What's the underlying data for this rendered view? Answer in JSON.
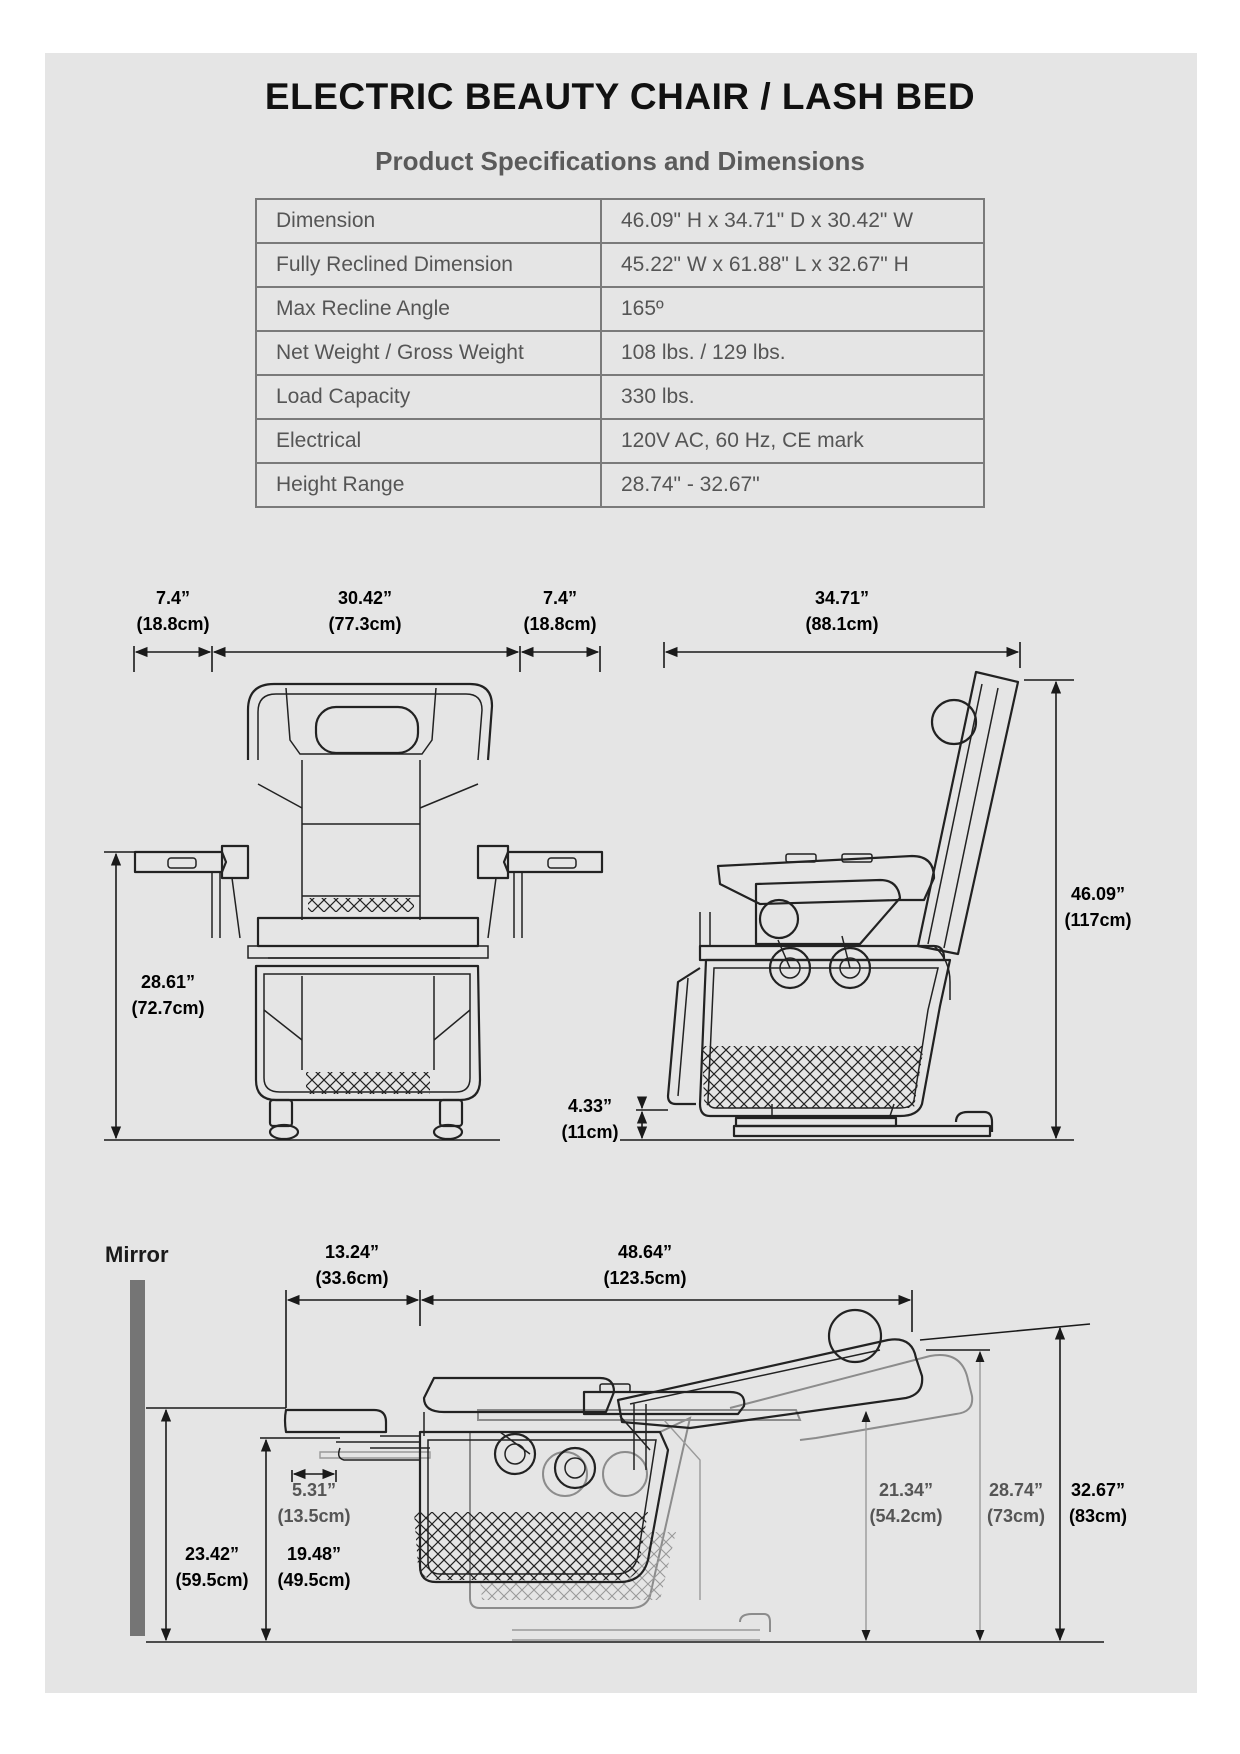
{
  "title": "ELECTRIC BEAUTY CHAIR / LASH BED",
  "subtitle": "Product Specifications and Dimensions",
  "specs": [
    {
      "label": "Dimension",
      "value": "46.09\" H x 34.71\" D x 30.42\" W"
    },
    {
      "label": "Fully Reclined Dimension",
      "value": "45.22\" W x 61.88\" L x 32.67\" H"
    },
    {
      "label": "Max  Recline Angle",
      "value": "165º"
    },
    {
      "label": "Net Weight / Gross Weight",
      "value": "108 lbs. / 129 lbs."
    },
    {
      "label": "Load Capacity",
      "value": "330 lbs."
    },
    {
      "label": "Electrical",
      "value": "120V AC, 60 Hz, CE mark"
    },
    {
      "label": "Height Range",
      "value": "28.74\" - 32.67\""
    }
  ],
  "front_view": {
    "side_left": {
      "in": "7.4”",
      "cm": "(18.8cm)"
    },
    "width": {
      "in": "30.42”",
      "cm": "(77.3cm)"
    },
    "side_right": {
      "in": "7.4”",
      "cm": "(18.8cm)"
    },
    "arm_height": {
      "in": "28.61”",
      "cm": "(72.7cm)"
    }
  },
  "side_view": {
    "depth": {
      "in": "34.71”",
      "cm": "(88.1cm)"
    },
    "height": {
      "in": "46.09”",
      "cm": "(117cm)"
    },
    "base_height": {
      "in": "4.33”",
      "cm": "(11cm)"
    }
  },
  "reclined_view": {
    "mirror_label": "Mirror",
    "footrest_gap": {
      "in": "13.24”",
      "cm": "(33.6cm)"
    },
    "length": {
      "in": "48.64”",
      "cm": "(123.5cm)"
    },
    "foot_clearance": {
      "in": "5.31”",
      "cm": "(13.5cm)"
    },
    "foot_height_high": {
      "in": "23.42”",
      "cm": "(59.5cm)"
    },
    "foot_height_low": {
      "in": "19.48”",
      "cm": "(49.5cm)"
    },
    "seat_low": {
      "in": "21.34”",
      "cm": "(54.2cm)"
    },
    "min_height": {
      "in": "28.74”",
      "cm": "(73cm)"
    },
    "max_height": {
      "in": "32.67”",
      "cm": "(83cm)"
    }
  }
}
